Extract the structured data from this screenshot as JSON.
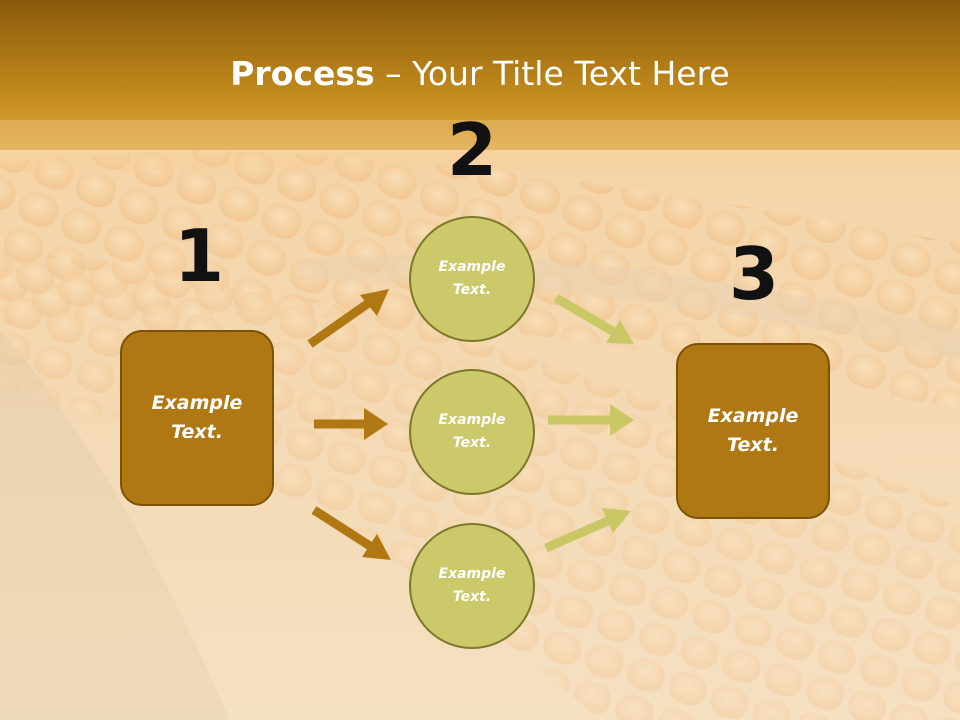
{
  "slide": {
    "title_bold": "Process",
    "title_rest": " – Your Title Text Here",
    "colors": {
      "header_top": "#8a5a0c",
      "header_bottom": "#d09a28",
      "box_fill": "#b07812",
      "box_border": "#7c5108",
      "circle_fill": "#cbc96a",
      "circle_border": "#7c7a2a",
      "arrow_brown": "#b07812",
      "arrow_green": "#c9c766"
    }
  },
  "steps": {
    "one": "1",
    "two": "2",
    "three": "3"
  },
  "left_box": {
    "line1": "Example",
    "line2": "Text."
  },
  "circles": [
    {
      "line1": "Example",
      "line2": "Text."
    },
    {
      "line1": "Example",
      "line2": "Text."
    },
    {
      "line1": "Example",
      "line2": "Text."
    }
  ],
  "right_box": {
    "line1": "Example",
    "line2": "Text."
  }
}
